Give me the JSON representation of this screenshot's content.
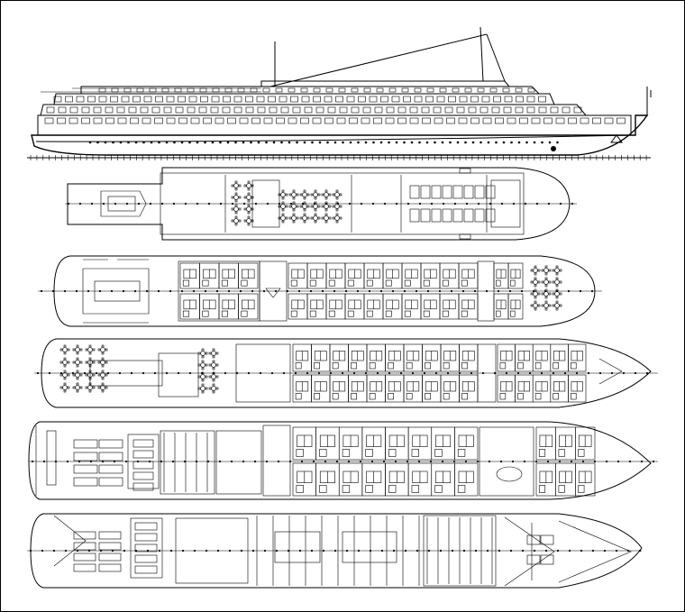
{
  "drawing": {
    "views": [
      {
        "id": "profile",
        "kind": "side elevation"
      },
      {
        "id": "sun-deck",
        "kind": "deck plan"
      },
      {
        "id": "upper-deck",
        "kind": "deck plan"
      },
      {
        "id": "middle-deck",
        "kind": "deck plan"
      },
      {
        "id": "main-deck",
        "kind": "deck plan"
      },
      {
        "id": "lower-deck",
        "kind": "deck plan"
      }
    ],
    "colors": {
      "line": "#000000",
      "background": "#ffffff"
    }
  }
}
